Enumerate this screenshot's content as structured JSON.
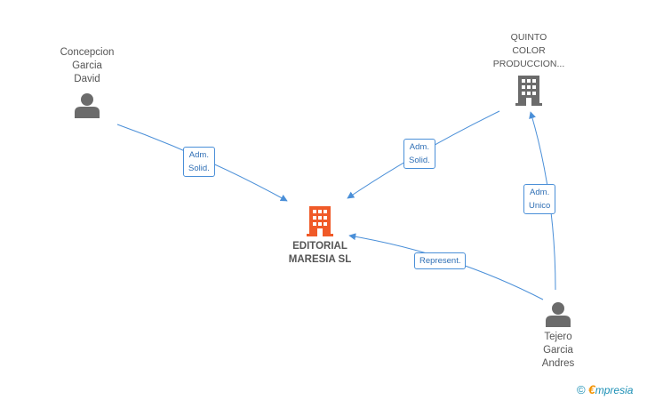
{
  "nodes": {
    "person_concepcion": {
      "lines": [
        "Concepcion",
        "Garcia",
        "David"
      ]
    },
    "company_quinto": {
      "lines": [
        "QUINTO",
        "COLOR",
        "PRODUCCION..."
      ]
    },
    "company_editorial": {
      "lines": [
        "EDITORIAL",
        "MARESIA SL"
      ]
    },
    "person_tejero": {
      "lines": [
        "Tejero",
        "Garcia",
        "Andres"
      ]
    }
  },
  "edges": {
    "concepcion_to_editorial": {
      "lines": [
        "Adm.",
        "Solid."
      ]
    },
    "quinto_to_editorial": {
      "lines": [
        "Adm.",
        "Solid."
      ]
    },
    "tejero_to_quinto": {
      "lines": [
        "Adm.",
        "Unico"
      ]
    },
    "tejero_to_editorial": {
      "lines": [
        "Represent."
      ]
    }
  },
  "brand": {
    "copyright": "©",
    "initial": "€",
    "rest": "mpresia"
  },
  "colors": {
    "edge": "#4a8fd8",
    "person_icon": "#6b6b6b",
    "company_icon_gray": "#6b6b6b",
    "company_icon_main": "#f05a28"
  }
}
